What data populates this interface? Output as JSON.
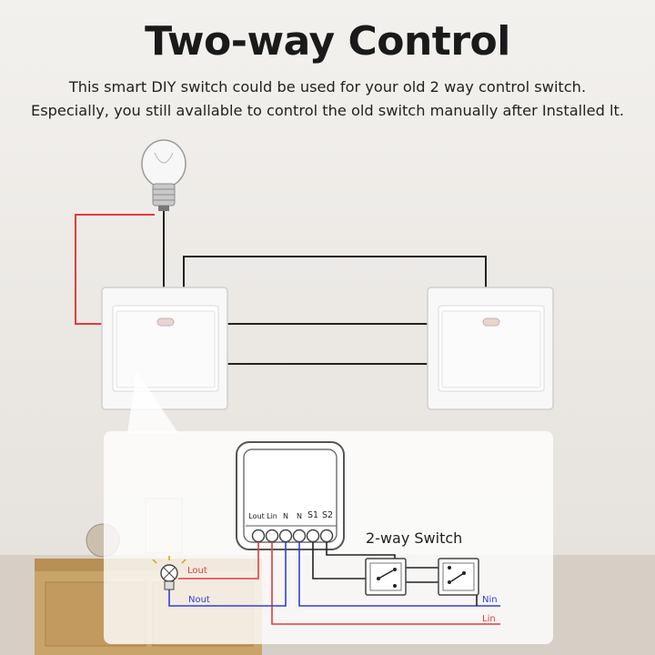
{
  "title": "Two-way Control",
  "subtitle_line1": "This smart DIY switch could be used for your old 2 way control switch.",
  "subtitle_line2": "Especially, you still avallable to control the old switch manually after Installed lt.",
  "module": {
    "terminals": [
      "Lout",
      "Lin",
      "N",
      "N",
      "S1",
      "S2"
    ]
  },
  "diagram": {
    "switch_label": "2-way Switch",
    "lout_label": "Lout",
    "nout_label": "Nout",
    "nin_label": "Nin",
    "lin_label": "Lin"
  },
  "colors": {
    "live": "#e33b3b",
    "neutral": "#2f3fe0",
    "wire": "#222222",
    "panel": "#ffffff"
  },
  "icons": [
    "light-bulb-icon",
    "wall-switch-icon",
    "lamp-icon"
  ]
}
